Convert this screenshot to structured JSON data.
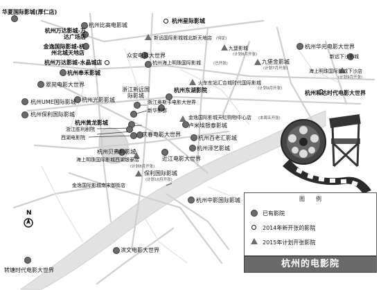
{
  "map_title": "杭州的电影院",
  "compass": {
    "letter": "N"
  },
  "legend": {
    "title": "图　　例",
    "items": [
      {
        "symbol": "dot",
        "label": "已有影院"
      },
      {
        "symbol": "ring",
        "label": "2014年新开张的影院"
      },
      {
        "symbol": "triangle",
        "label": "2015年计划开张影院"
      }
    ]
  },
  "colors": {
    "existing_marker": "#6b6b6b",
    "new_2014_marker": "#ffffff",
    "planned_2015_marker": "#6d6d6d",
    "title_box": "#6a6a6a",
    "roads": "#cfcfcf",
    "water": "#d9d9d9"
  },
  "labels": [
    {
      "id": "l01",
      "text": "华夏国际影城(厚仁店)",
      "bold": true
    },
    {
      "id": "l02",
      "text": "杭州比高电影城"
    },
    {
      "id": "l03",
      "text": "杭州星际影城",
      "bold": true
    },
    {
      "id": "l04",
      "text": "杭州万达影城-万达广场店",
      "bold": true
    },
    {
      "id": "l05",
      "text": "金逸国际影城-杭州北城天地店",
      "bold": true
    },
    {
      "id": "l06",
      "text": "新远国际影城城北新天地店"
    },
    {
      "id": "l07",
      "text": "(待定)",
      "note": true
    },
    {
      "id": "l08",
      "text": "众安电影大世界"
    },
    {
      "id": "l09",
      "text": "九堡影城"
    },
    {
      "id": "l10",
      "text": "(计划8月开张)",
      "note": true
    },
    {
      "id": "l11",
      "text": "杭州华元电影大世界"
    },
    {
      "id": "l12",
      "text": "新远下沙影城"
    },
    {
      "id": "l13",
      "text": "杭州万达影城-水晶城店",
      "bold": true
    },
    {
      "id": "l14",
      "text": "杭州海上明珠国际影城"
    },
    {
      "id": "l15",
      "text": "(已开张)",
      "note": true
    },
    {
      "id": "l16",
      "text": "九堡金影城"
    },
    {
      "id": "l17",
      "text": "(计划7月开张)",
      "note": true
    },
    {
      "id": "l18",
      "text": "海上明珠国际影城下沙店"
    },
    {
      "id": "l19",
      "text": "(计划9月开张)",
      "note": true
    },
    {
      "id": "l20",
      "text": "杭州奉禾影城",
      "bold": true
    },
    {
      "id": "l21",
      "text": "火车东站汇合城时代国际影城"
    },
    {
      "id": "l22",
      "text": "(计划9月开张)",
      "note": true
    },
    {
      "id": "l23",
      "text": "翠苑电影大世界"
    },
    {
      "id": "l24",
      "text": "杭州东湖影院",
      "bold": true
    },
    {
      "id": "l25",
      "text": "浙江新远国际影城"
    },
    {
      "id": "l26",
      "text": "杭州和达时代电影大世界",
      "bold": true
    },
    {
      "id": "l27",
      "text": "杭州UME国际影城"
    },
    {
      "id": "l28",
      "text": "杭州光影影城"
    },
    {
      "id": "l29",
      "text": "浙江奥斯卡电影大世界"
    },
    {
      "id": "l30",
      "text": "杭州保利国际影城"
    },
    {
      "id": "l31",
      "text": "新华影都"
    },
    {
      "id": "l32",
      "text": "金逸国际影城天虹购物中心店"
    },
    {
      "id": "l33",
      "text": "(本周五开张)",
      "note": true
    },
    {
      "id": "l34",
      "text": "杭州黄龙影城",
      "bold": true
    },
    {
      "id": "l35",
      "text": "卢米埃银泰影城"
    },
    {
      "id": "l36",
      "text": "浙江胜利剧院"
    },
    {
      "id": "l37",
      "text": "庆春电影大世界"
    },
    {
      "id": "l38",
      "text": "杭州百老汇影城"
    },
    {
      "id": "l39",
      "text": "西湖电影院"
    },
    {
      "id": "l40",
      "text": "杭州泽艺影城"
    },
    {
      "id": "l41",
      "text": "杭州贝弗利影城"
    },
    {
      "id": "l42",
      "text": "海上明珠国际影城西湖银泰店"
    },
    {
      "id": "l43",
      "text": "(计划8月开张)",
      "note": true
    },
    {
      "id": "l44",
      "text": "近江电影大世界"
    },
    {
      "id": "l45",
      "text": "保利国际影城"
    },
    {
      "id": "l46",
      "text": "(计划10月开张)",
      "note": true
    },
    {
      "id": "l47",
      "text": "金逸国际影城南宋御街店"
    },
    {
      "id": "l48",
      "text": "杭州中影国际影城"
    },
    {
      "id": "l49",
      "text": "滨文电影大世界"
    },
    {
      "id": "l50",
      "text": "转塘时代电影大世界"
    }
  ]
}
